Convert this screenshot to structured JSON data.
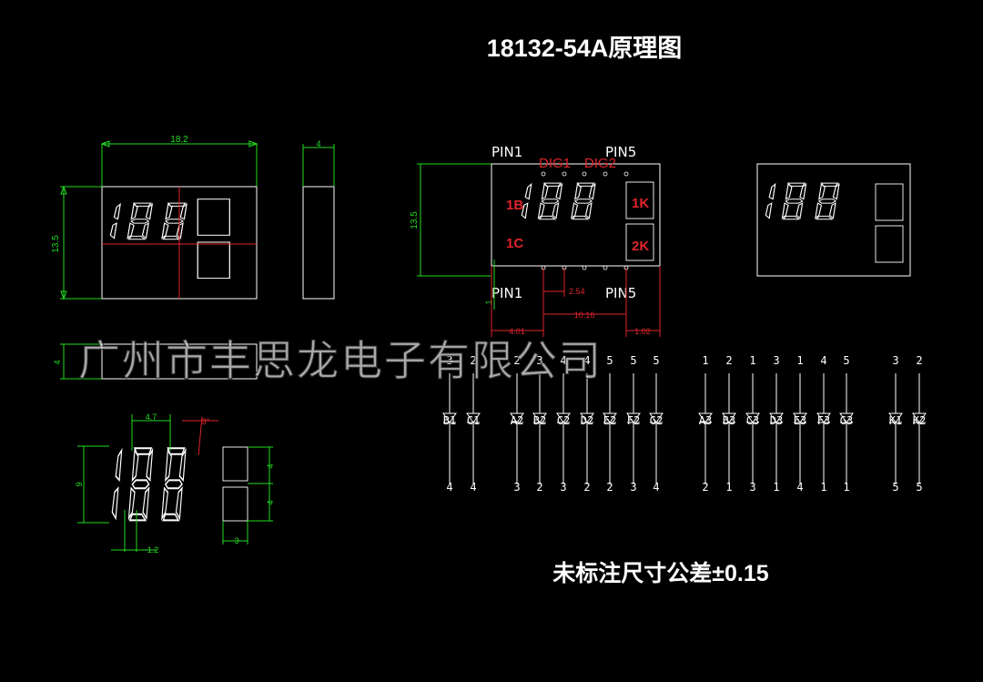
{
  "title": "18132-54A原理图",
  "tolerance_note": "未标注尺寸公差±0.15",
  "watermark": "广州市丰思龙电子有限公司",
  "front_view": {
    "width_dim": "18.2",
    "height_dim": "13.5"
  },
  "side_view": {
    "depth_dim": "4"
  },
  "bottom_view": {
    "height_dim": "4"
  },
  "detail_view": {
    "dims": {
      "digit_width": "4.7",
      "slant": "3°",
      "height": "9",
      "seg_width": "1.2",
      "box_h1": "4",
      "box_h2": "4",
      "box_w": "3"
    }
  },
  "pin_view": {
    "pin1_top": "PIN1",
    "pin5_top": "PIN5",
    "pin1_bottom": "PIN1",
    "pin5_bottom": "PIN5",
    "dig1": "DIG1",
    "dig2": "DIG2",
    "label_1b": "1B",
    "label_1c": "1C",
    "label_1k": "1K",
    "label_2k": "2K",
    "dim_height": "13.5",
    "dim_pitch": "2.54",
    "dim_span": "10.16",
    "dim_off_left": "4.01",
    "dim_off_right": "1.02",
    "dim_small": "1"
  },
  "schematic": {
    "diodes": [
      {
        "top": "3",
        "name": "B1",
        "bottom": "4"
      },
      {
        "top": "2",
        "name": "C1",
        "bottom": "4"
      },
      {
        "top": "2",
        "name": "A2",
        "bottom": "3"
      },
      {
        "top": "3",
        "name": "B2",
        "bottom": "2"
      },
      {
        "top": "4",
        "name": "C2",
        "bottom": "3"
      },
      {
        "top": "4",
        "name": "D2",
        "bottom": "2"
      },
      {
        "top": "5",
        "name": "E2",
        "bottom": "2"
      },
      {
        "top": "5",
        "name": "F2",
        "bottom": "3"
      },
      {
        "top": "5",
        "name": "G2",
        "bottom": "4"
      },
      {
        "top": "1",
        "name": "A3",
        "bottom": "2"
      },
      {
        "top": "2",
        "name": "B3",
        "bottom": "1"
      },
      {
        "top": "1",
        "name": "C3",
        "bottom": "3"
      },
      {
        "top": "3",
        "name": "D3",
        "bottom": "1"
      },
      {
        "top": "1",
        "name": "E3",
        "bottom": "4"
      },
      {
        "top": "4",
        "name": "F3",
        "bottom": "1"
      },
      {
        "top": "5",
        "name": "G3",
        "bottom": "1"
      },
      {
        "top": "3",
        "name": "K1",
        "bottom": "5"
      },
      {
        "top": "2",
        "name": "K2",
        "bottom": "5"
      }
    ]
  },
  "colors": {
    "background": "#000000",
    "outline": "#ffffff",
    "dimension": "#22dd22",
    "marking": "#e0242b"
  }
}
